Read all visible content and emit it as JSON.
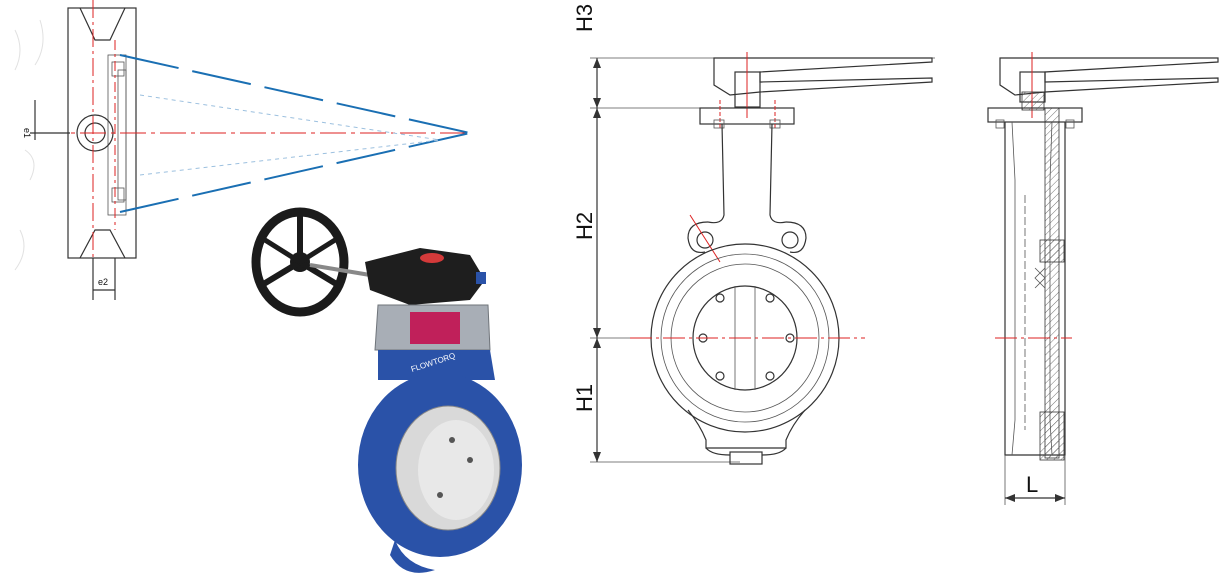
{
  "left_sketch": {
    "offset_label_1": "e1",
    "offset_label_2": "e2"
  },
  "photo": {
    "brand_label": "FLOWTORQ"
  },
  "dimensions": {
    "h3": "H3",
    "h2": "H2",
    "h1": "H1",
    "l": "L"
  },
  "colors": {
    "valve_body": "#2a52a8",
    "centerline": "#d22222",
    "cone_lines": "#1a6fb3",
    "actuator_neck": "#c0205a"
  }
}
